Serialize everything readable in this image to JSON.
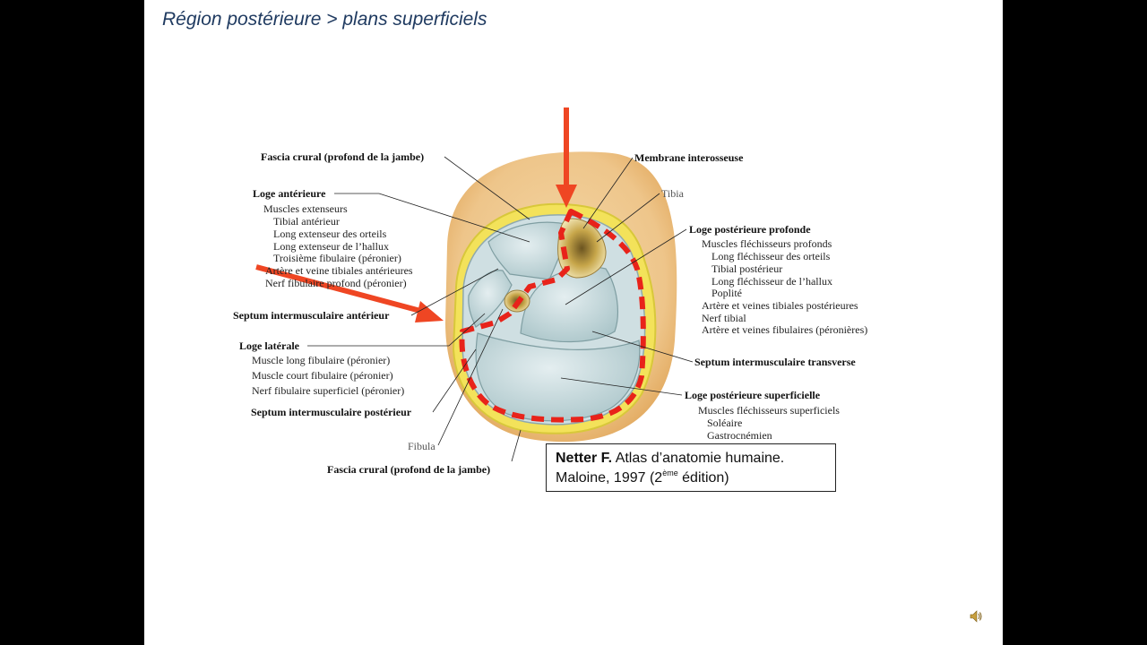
{
  "slide": {
    "title": "Région postérieure > plans superficiels"
  },
  "figure": {
    "labels": {
      "fascia_top": "Fascia crural (profond de la jambe)",
      "loge_anterieure": "Loge antérieure",
      "muscles_extenseurs": "Muscles extenseurs",
      "tibial_anterieur": "Tibial antérieur",
      "long_ext_orteils": "Long extenseur des orteils",
      "long_ext_hallux": "Long extenseur de l’hallux",
      "troisieme_fibulaire": "Troisième fibulaire (péronier)",
      "artere_tibiales_ant": "Artère et veine tibiales antérieures",
      "nerf_fib_profond": "Nerf fibulaire profond (péronier)",
      "septum_ant": "Septum intermusculaire antérieur",
      "loge_laterale": "Loge latérale",
      "long_fibulaire": "Muscle long fibulaire (péronier)",
      "court_fibulaire": "Muscle court fibulaire (péronier)",
      "nerf_fib_superficiel": "Nerf fibulaire superficiel (péronier)",
      "septum_post": "Septum intermusculaire postérieur",
      "fibula": "Fibula",
      "fascia_bottom": "Fascia crural (profond de la jambe)",
      "membrane": "Membrane interosseuse",
      "tibia": "Tibia",
      "loge_post_profonde": "Loge postérieure profonde",
      "muscles_flechisseurs_prof": "Muscles fléchisseurs profonds",
      "long_flech_orteils": "Long fléchisseur des orteils",
      "tibial_posterieur": "Tibial postérieur",
      "long_flech_hallux": "Long fléchisseur de l’hallux",
      "poplite": "Poplité",
      "artere_tibiales_post": "Artère et veines tibiales postérieures",
      "nerf_tibial": "Nerf tibial",
      "artere_fibulaires": "Artère et veines fibulaires (péronières)",
      "septum_transverse": "Septum intermusculaire transverse",
      "loge_post_superficielle": "Loge postérieure superficielle",
      "muscles_flechisseurs_sup": "Muscles fléchisseurs superficiels",
      "soleaire": "Soléaire",
      "gastrocnemien": "Gastrocnémien"
    }
  },
  "citation": {
    "author": "Netter F.",
    "line1_rest": " Atlas d’anatomie humaine.",
    "line2_pre": "Maloine, 1997 (2",
    "superscript": "ème",
    "line2_post": " édition)"
  },
  "colors": {
    "title": "#1f3a60",
    "dashed_outline": "#e8231a",
    "arrow": "#ef4623"
  },
  "icons": {
    "speaker": "speaker-icon"
  }
}
